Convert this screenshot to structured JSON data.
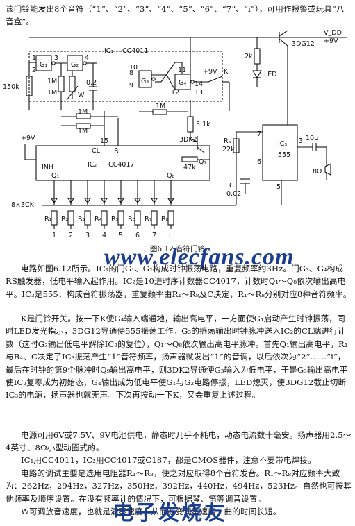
{
  "intro": "该门铃能发出8个音符（“1”、“2”、“3”、“4”、“5”、“6”、“7”、“i”），可用作报警或玩具“八音盒”。",
  "figure": {
    "caption": "图6.12  音符门铃",
    "labels": {
      "ic1": "IC₁",
      "ic1_part": "CC4011",
      "g1": "G₁",
      "g2": "G₂",
      "g3": "G₃",
      "g4": "G₄",
      "r150k": "150k",
      "r1m_a": "1M",
      "r1m_b": "1M",
      "r1m_c": "1M",
      "r1m_d": "1M",
      "r1m_e": "1M",
      "w": "W",
      "c02": "0.2",
      "p1": "1",
      "p2": "2",
      "p3": "3",
      "p4": "4",
      "p8": "8",
      "p9": "9",
      "p10": "10",
      "p11": "11",
      "p12": "12",
      "p13": "13",
      "p14": "14",
      "vdd": "V_DD",
      "plus9v_top": "+9V",
      "t1": "3DG12",
      "r2k": "2k",
      "led": "LED",
      "plus9v_mid": "+9V",
      "k": "K",
      "r51k": "5.1k",
      "plus9v_left": "+9V",
      "cl": "CL",
      "r": "R",
      "p15": "15",
      "ic2": "IC₂",
      "ic2_part": "CC4017",
      "inh": "INH",
      "q1": "Q₁",
      "q7": "Q₇",
      "q8": "Q₈",
      "t2": "3DK2",
      "r47k": "47k",
      "ra": "Rₐ",
      "r22k": "22k",
      "c": "C",
      "c002": "0.02",
      "ic3": "IC₃",
      "ic3_part": "555",
      "p7": "7",
      "p6": "6",
      "p5": "5",
      "p3b": "3",
      "c10u": "10μ",
      "speaker": "8Ω",
      "ck": "8×3CK",
      "res": [
        "R₁",
        "R₂",
        "R₃",
        "R₄",
        "R₅",
        "R₆",
        "R₇",
        "R₈"
      ],
      "nums": [
        "1",
        "2",
        "3",
        "4",
        "5",
        "6",
        "7",
        "i"
      ]
    }
  },
  "watermark": "www.elecfans.com",
  "watermark_bottom": "电子发烧友",
  "paragraphs": [
    "电路如图6.12所示。IC₁的门G₁、G₂构成时钟振荡电路，重复频率约3Hz。门G₃、G₄构成RS触发器，低电平输入起作用。IC₂是10进时序计数器CC4017，计数时Q₁～Q₈依次输出高电平。IC₃是555，构成音符振荡器，重复频率由R₁～R₈及C决定，R₁～R₈分别对应8种音符频率。",
    "K是门铃开关。按一下K使G₄输入端通地，输出高电平，一方面使G₁启动产生时钟振荡，同时LED发光指示，3DG12导通使555振荡工作。G₃的振荡输出时钟脉冲送入IC₂的CL端进行计数（这时G₃输出低电平解除IC₂的复位），Q₁～Q₈依次输出高电平脉冲。首先Q₁输出高电平，R₁与R₄、C决定了IC₃振荡产生“1”音符频率，扬声器就发出“1”的音调，以后依次为“2”……“i”，最后在时钟的第9个脉冲时Q₉输出高电平，则3DK2导通使G₃输入为低电平，于是G₃输出高电平使IC₂复零成为初始态，G₄输出成为低电平使G₁与G₂电路停振，LED熄灭，使3DG12截止切断IC₃的电源，扬声器也就无声。下次再按动一下K，又会重复上述过程。",
    "电源可用6V或7.5V、9V电池供电，静态时几乎不耗电，动态电流数十毫安。扬声器用2.5～4英寸、8Ω小型动圈式的。",
    "IC₁用CC4011，IC₂用CC4017或C187，都是CMOS器件，注意不要带电焊接。",
    "电路的调试主要是选用电阻器R₁～R₈，使之对应取得8个音符发音。R₁～R₈对应频率大致为：262Hz，294Hz，327Hz，350Hz，392Hz，440Hz，494Hz，523Hz。自然也可按其他频率及顺序设置。在没有频率计的情况下，可根据琴、笛等调音设置。",
    "W可调放音速度，也就是演奏速度，从而改变演奏速度一曲的时间长短。"
  ]
}
